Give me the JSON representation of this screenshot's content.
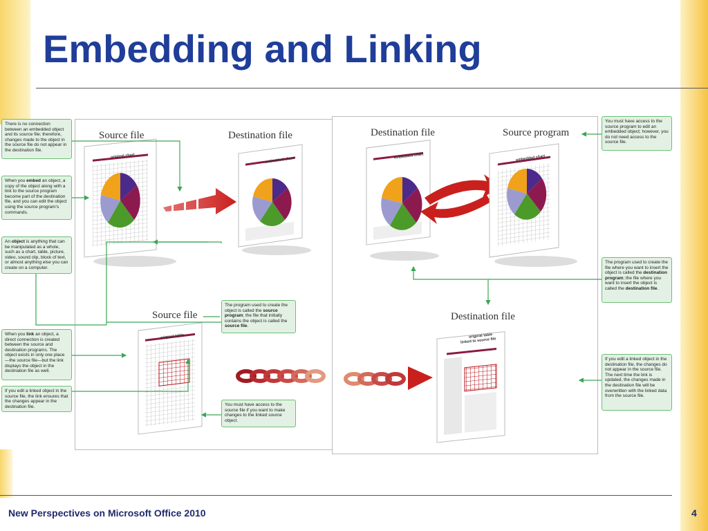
{
  "slide": {
    "title": "Embedding and Linking",
    "footer": "New Perspectives on Microsoft Office 2010",
    "page_number": "4"
  },
  "theme": {
    "title_color": "#1f3d99",
    "accent_gold": "#f6c343",
    "callout_bg": "#e3f1e4",
    "callout_border": "#6cbf74",
    "arrow_red": "#c9201e"
  },
  "labels": {
    "source_file_top": "Source file",
    "destination_file_top": "Destination file",
    "destination_file_right": "Destination file",
    "source_program": "Source program",
    "source_file_bottom": "Source file",
    "destination_file_bottom": "Destination file",
    "original_chart": "original chart",
    "embedded_chart_1": "embedded chart",
    "embedded_chart_2": "embedded chart",
    "embedded_chart_3": "embedded chart",
    "original_table": "original table",
    "original_table_linked_1": "original table",
    "original_table_linked_2": "linked to source file"
  },
  "callouts": {
    "no_connection": "There is no connection between an embedded object and its source file; therefore, changes made to the object in the source file do not appear in the destination file.",
    "embed_pre": "When you ",
    "embed_bold": "embed",
    "embed_post": " an object, a copy of the object along with a link to the source program become part of the destination file, and you can edit the object using the source program's commands.",
    "object_pre": "An ",
    "object_bold": "object",
    "object_post": " is anything that can be manipulated as a whole, such as a chart, table, picture, video, sound clip, block of text, or almost anything else you can create on a computer.",
    "link_pre": "When you ",
    "link_bold": "link",
    "link_post": " an object, a direct connection is created between the source and destination programs. The object exists in only one place—the source file—but the link displays the object in the destination file as well.",
    "edit_source": "If you edit a linked object in the source file, the link ensures that the changes appear in the destination file.",
    "source_program_pre": "The program used to create the object is called the ",
    "source_program_bold": "source program",
    "source_program_mid": "; the file that initially contains the object is called the ",
    "source_file_bold": "source file",
    "source_program_end": ".",
    "access_source_file": "You must have access to the source file if you want to make changes to the linked source object.",
    "access_source_program": "You must have access to the source program to edit an embedded object; however, you do not need access to the source file.",
    "dest_program_pre": "The program used to create the file where you want to insert the object is called the ",
    "dest_program_bold": "destination program",
    "dest_program_mid": "; the file where you want to insert the object is called the ",
    "dest_file_bold": "destination file",
    "dest_program_end": ".",
    "edit_destination": "If you edit a linked object in the destination file, the changes do not appear in the source file. The next time the link is updated, the changes made in the destination file will be overwritten with the linked data from the source file."
  },
  "pie_colors": [
    "#4b2a8c",
    "#8c1a4f",
    "#4b9a2a",
    "#9b9bd0",
    "#f0a21a"
  ]
}
